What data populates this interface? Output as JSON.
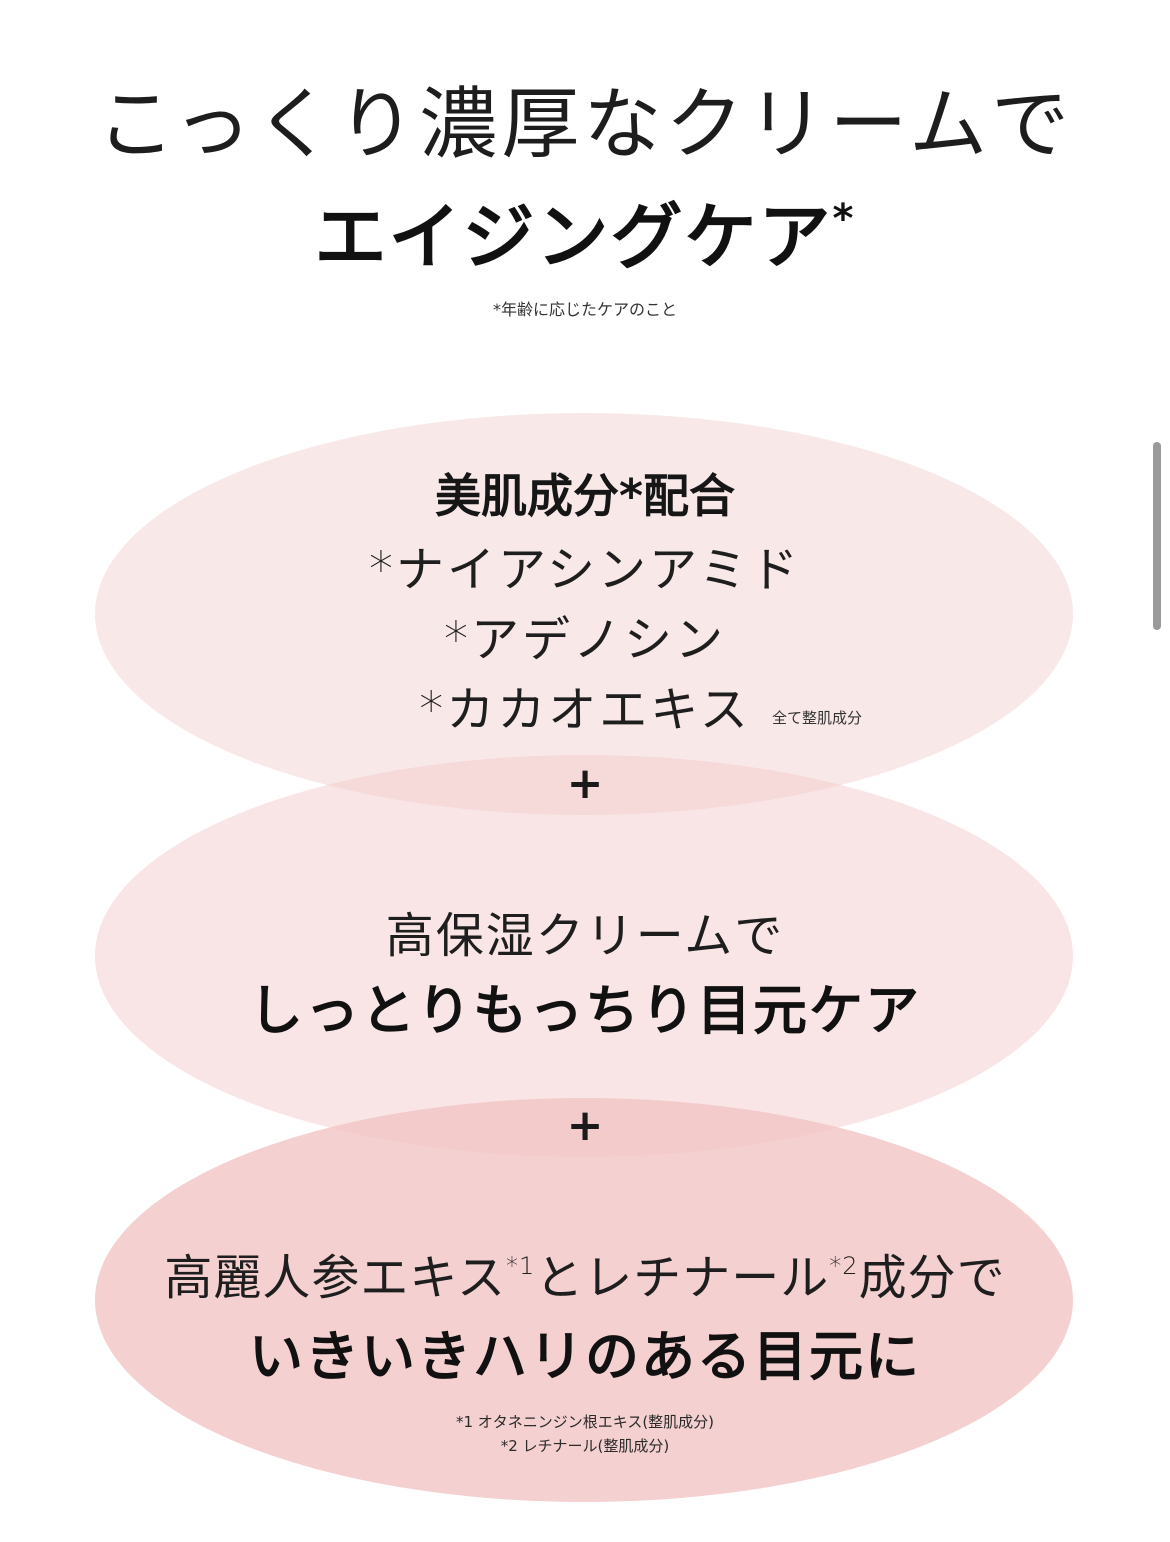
{
  "header": {
    "headline_1": "こっくり濃厚なクリームで",
    "headline_2": "エイジングケア",
    "headline_2_mark": "*",
    "note": "*年齢に応じたケアのこと"
  },
  "circle_1": {
    "title": "美肌成分*配合",
    "items": [
      "*ナイアシンアミド",
      "*アデノシン",
      "*カカオエキス"
    ],
    "note": "全て整肌成分"
  },
  "plus_symbol": "+",
  "circle_2": {
    "line_1": "高保湿クリームで",
    "line_2": "しっとりもっちり目元ケア"
  },
  "circle_3": {
    "line_1_part_1": "高麗人参エキス",
    "line_1_mark_1": "*1",
    "line_1_part_2": "とレチナール",
    "line_1_mark_2": "*2",
    "line_1_part_3": "成分で",
    "line_2": "いきいきハリのある目元に",
    "note_1": "*1 オタネニンジン根エキス(整肌成分)",
    "note_2": "*2 レチナール(整肌成分)"
  },
  "colors": {
    "ellipse_light": "#f8e6e6",
    "ellipse_mid": "#f6dada",
    "ellipse_dark": "#f3c8c8",
    "scrollbar": "#9a9a9a"
  }
}
